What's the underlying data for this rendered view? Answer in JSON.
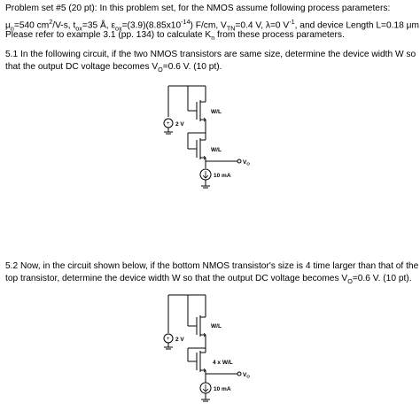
{
  "problem": {
    "line1": "Problem set #5 (20 pt): In this problem set, for the NMOS assume following process parameters:",
    "params": {
      "mu_sym": "μ",
      "mu_sub": "n",
      "mu_val": "=540 cm",
      "sq": "2",
      "per": "/V-s, t",
      "tox_sub": "ox",
      "tox_val": "=35 Å, ε",
      "eox_sub": "ox",
      "eox_val": "=(3.9)(8.85x10",
      "exp": "-14",
      "eox_unit": ") F/cm, V",
      "vtn_sub": "TN",
      "vtn_val": "=0.4 V, λ=0 V",
      "lam_exp": "-1",
      "tail": ", and device Length L=0.18 μm."
    },
    "line3_a": "Please refer to example 3.1 (pp. 134) to calculate K",
    "line3_sub": "n",
    "line3_b": " from these process parameters."
  },
  "q1": {
    "line1": "5.1  In the following circuit, if the two NMOS transistors are same size, determine the device width W so",
    "line2_a": "that the output DC voltage becomes V",
    "line2_sub": "O",
    "line2_b": "=0.6 V. (10 pt)."
  },
  "q2": {
    "line1": "5.2  Now, in the circuit shown below, if the bottom NMOS transistor's size is 4 time larger than that of the",
    "line2_a": "top transistor, determine the device width W so that the output DC voltage becomes V",
    "line2_sub": "O",
    "line2_b": "=0.6 V. (10 pt)."
  },
  "circuit1": {
    "top_size": "W/L",
    "bot_size": "W/L",
    "source": "2 V",
    "current": "10 mA",
    "out": "V",
    "out_sub": "O"
  },
  "circuit2": {
    "top_size": "W/L",
    "bot_size": "4 x W/L",
    "source": "2 V",
    "current": "10 mA",
    "out": "V",
    "out_sub": "O"
  }
}
